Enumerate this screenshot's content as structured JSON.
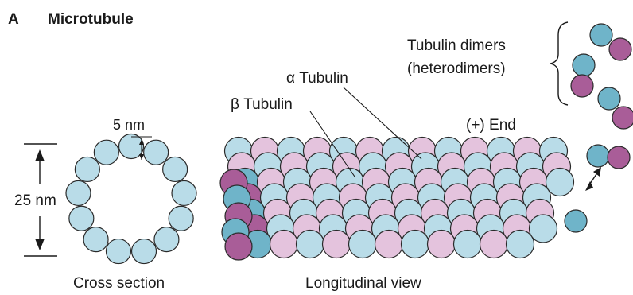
{
  "panel": {
    "letter": "A",
    "title": "Microtubule"
  },
  "labels": {
    "five_nm": "5 nm",
    "twentyfive_nm": "25 nm",
    "cross_section": "Cross section",
    "longitudinal_view": "Longitudinal view",
    "alpha_tubulin": "α Tubulin",
    "beta_tubulin": "β Tubulin",
    "plus_end": "(+) End",
    "dimers_line1": "Tubulin dimers",
    "dimers_line2": "(heterodimers)"
  },
  "colors": {
    "alpha": "#b9dce8",
    "alpha_dark": "#6fb4c9",
    "beta": "#e4c3dd",
    "beta_dark": "#a95d98",
    "cross_bead": "#b9dce8"
  }
}
